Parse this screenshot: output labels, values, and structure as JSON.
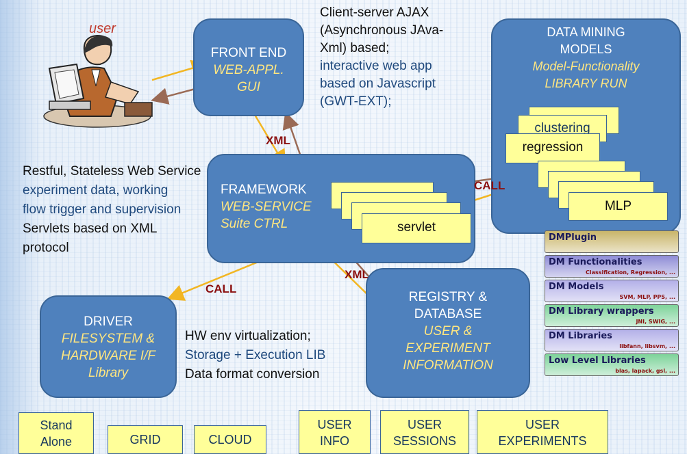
{
  "user_label": "user",
  "frontend": {
    "title": "FRONT END",
    "line1": "WEB-APPL.",
    "line2": "GUI"
  },
  "framework": {
    "title": "FRAMEWORK",
    "line1": "WEB-SERVICE",
    "line2": "Suite CTRL",
    "servlet": "servlet"
  },
  "dm_models": {
    "line1": "DATA MINING",
    "line2": "MODELS",
    "line3": "Model-Functionality",
    "line4": "LIBRARY RUN",
    "clustering": "clustering",
    "regression": "regression",
    "mlp": "MLP"
  },
  "driver": {
    "title": "DRIVER",
    "line1": "FILESYSTEM &",
    "line2": "HARDWARE I/F",
    "line3": "Library"
  },
  "registry": {
    "line1": "REGISTRY &",
    "line2": "DATABASE",
    "line3": "USER &",
    "line4": "EXPERIMENT",
    "line5": "INFORMATION"
  },
  "ajax_text": {
    "l1": "Client-server  AJAX",
    "l2": "(Asynchronous JAva-",
    "l3": "Xml) based;",
    "l4": "interactive web  app",
    "l5": "based on Javascript",
    "l6": "(GWT-EXT);"
  },
  "rest_text": {
    "l1": "Restful, Stateless Web Service",
    "l2": "experiment data, working",
    "l3": "flow trigger and supervision",
    "l4": "Servlets based on XML",
    "l5": "protocol"
  },
  "hw_text": {
    "l1": "HW env virtualization;",
    "l2": "Storage + Execution LIB",
    "l3": "Data format conversion"
  },
  "labels": {
    "xml1": "XML",
    "call1": "CALL",
    "xml2": "XML",
    "call2": "CALL"
  },
  "leaves": {
    "standalone_1": "Stand",
    "standalone_2": "Alone",
    "grid": "GRID",
    "cloud": "CLOUD",
    "userinfo_1": "USER",
    "userinfo_2": "INFO",
    "usersessions_1": "USER",
    "usersessions_2": "SESSIONS",
    "userexperiments_1": "USER",
    "userexperiments_2": "EXPERIMENTS"
  },
  "dm_stack": [
    {
      "title": "DMPlugin",
      "sub": "",
      "color": "#c9b56a"
    },
    {
      "title": "DM Functionalities",
      "sub": "Classification, Regression, ...",
      "color": "#8e8cd6"
    },
    {
      "title": "DM Models",
      "sub": "SVM, MLP, PPS, ...",
      "color": "#b3b0e8"
    },
    {
      "title": "DM Library wrappers",
      "sub": "JNI, SWIG, ...",
      "color": "#7ed39a"
    },
    {
      "title": "DM Libraries",
      "sub": "libfann, libsvm, ...",
      "color": "#b3b0e8"
    },
    {
      "title": "Low Level Libraries",
      "sub": "blas, lapack, gsl, ...",
      "color": "#7ed39a"
    }
  ]
}
